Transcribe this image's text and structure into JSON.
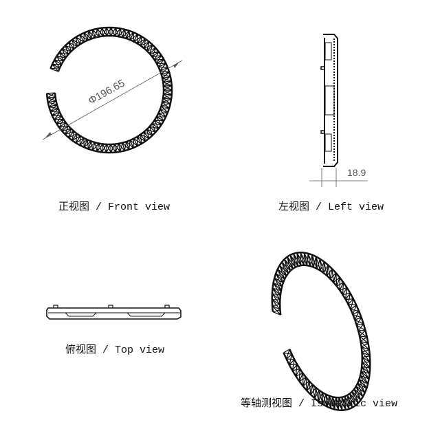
{
  "views": {
    "front": {
      "label": "正视图 / Front view",
      "dimension": "Φ196.65"
    },
    "left": {
      "label": "左视图 / Left view",
      "dimension": "18.9"
    },
    "top": {
      "label": "俯视图 / Top view"
    },
    "isometric": {
      "label": "等轴测视图 / Isometric view"
    }
  },
  "colors": {
    "line": "#111111",
    "dimension": "#555555"
  }
}
